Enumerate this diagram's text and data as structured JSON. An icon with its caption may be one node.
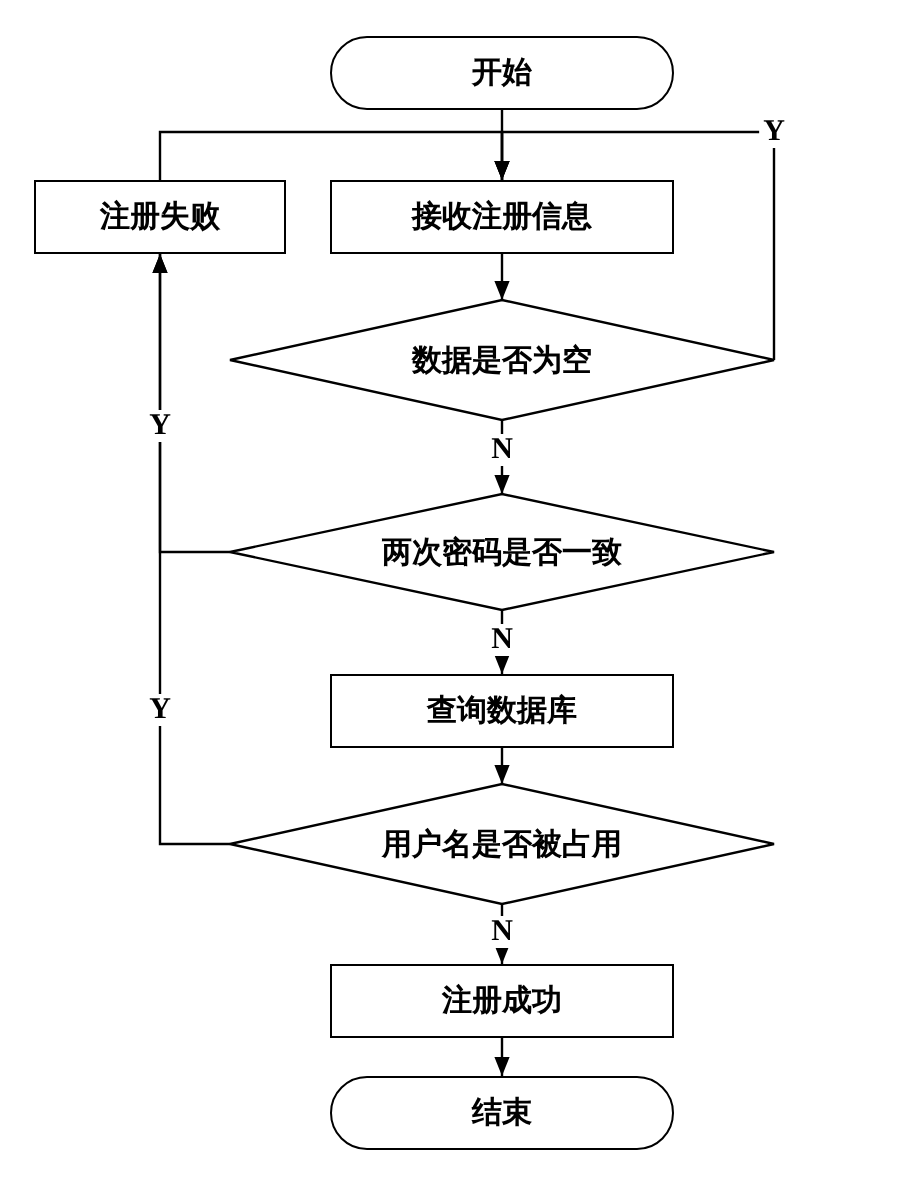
{
  "diagram": {
    "nodes": [
      {
        "text": [
          "开始"
        ]
      },
      {
        "text": [
          "注册失败"
        ]
      },
      {
        "text": [
          "接收注册信息"
        ]
      },
      {
        "text": [
          "数据是否为空"
        ]
      },
      {
        "text": [
          "两次密码是否一致"
        ]
      },
      {
        "text": [
          "查询数据库"
        ]
      },
      {
        "text": [
          "用户名是否被占用"
        ]
      },
      {
        "text": [
          "注册成功"
        ]
      },
      {
        "text": [
          "结束"
        ]
      }
    ],
    "edges": [
      {
        "from": 0,
        "to": 2,
        "arrow": "to"
      },
      {
        "from": 1,
        "to": 2,
        "arrow": "to"
      },
      {
        "from": 3,
        "to": 2,
        "arrow": "to",
        "label": "Y"
      },
      {
        "from": 2,
        "to": 3,
        "arrow": "to"
      },
      {
        "from": 3,
        "to": 4,
        "arrow": "to",
        "label": "N"
      },
      {
        "from": 4,
        "to": 1,
        "arrow": "to",
        "label": "Y"
      },
      {
        "from": 4,
        "to": 5,
        "arrow": "to",
        "label": "N"
      },
      {
        "from": 5,
        "to": 6,
        "arrow": "to"
      },
      {
        "from": 6,
        "to": 1,
        "arrow": "to",
        "label": "Y"
      },
      {
        "from": 6,
        "to": 7,
        "arrow": "to",
        "label": "N"
      },
      {
        "from": 7,
        "to": 8,
        "arrow": "to"
      }
    ]
  }
}
